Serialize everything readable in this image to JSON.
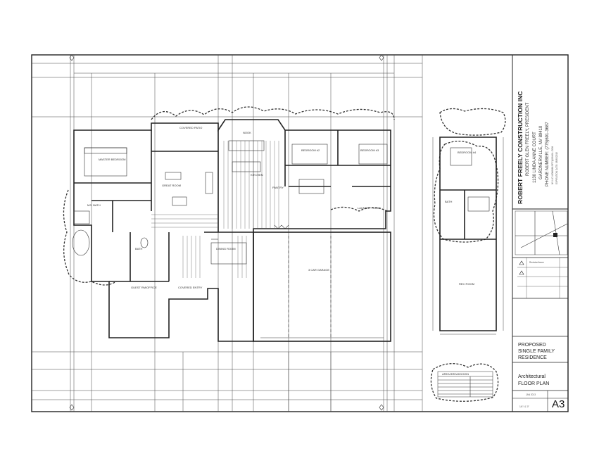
{
  "title_block": {
    "firm": "ROBERT FREELY CONSTRUCTION INC",
    "president": "ROBERT GLEN FREELY, PRESIDENT",
    "address1": "1130 LINDA ANNE COURT",
    "address2": "GARDNERVILLE, NV 89410",
    "phone": "PHONE NUMBER: (775)691-3687",
    "license": "NV LIC #0066666 RFC@GMAIL.COM",
    "expiration": "EXPIRATION DATE: 08/30/2015",
    "revisions_header": "Revision/Issue",
    "project": [
      "PROPOSED",
      "SINGLE FAMILY",
      "RESIDENCE"
    ],
    "drawing": [
      "Architectural",
      "FLOOR PLAN"
    ],
    "date": "JAN 2013",
    "scale": "1/4\"=1'-0\"",
    "sheet": "A3"
  },
  "rooms": {
    "master_bedroom": "MASTER BEDROOM",
    "master_bath": "MS. BATH",
    "covered_patio": "COVERED PATIO",
    "great_room": "GREAT ROOM",
    "kitchen": "KITCHEN",
    "nook": "NOOK",
    "pantry": "PANTRY",
    "bedroom_2": "BEDROOM #2",
    "bedroom_3": "BEDROOM #3",
    "laundry": "LAUNDRY ROOM",
    "dining_room": "DINING ROOM",
    "guest_bath": "BATH",
    "guest_office": "GUEST RM/OFFICE",
    "covered_entry": "COVERED ENTRY",
    "garage": "3 CAR GARAGE",
    "bedroom_4": "BEDROOM #4",
    "rec_room": "REC ROOM",
    "bonus_bath": "BATH"
  },
  "area_breakdown": {
    "title": "AREA BREAKDOWN"
  }
}
